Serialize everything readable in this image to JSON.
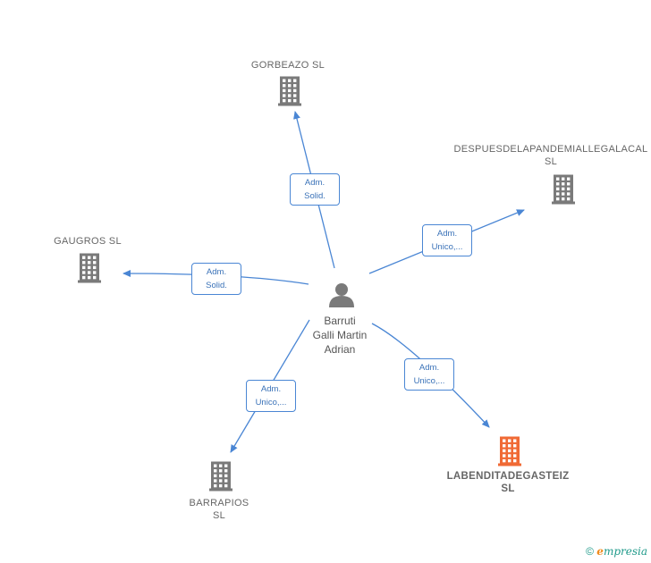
{
  "center": {
    "name_lines": [
      "Barruti",
      "Galli Martin",
      "Adrian"
    ],
    "icon": "person-icon"
  },
  "companies": [
    {
      "id": "gorbeazo",
      "lines": [
        "GORBEAZO  SL"
      ],
      "icon": "building-icon",
      "color": "#7a7a7a"
    },
    {
      "id": "despues",
      "lines": [
        "DESPUESDELAPANDEMIALLEGALACAL",
        "SL"
      ],
      "icon": "building-icon",
      "color": "#7a7a7a"
    },
    {
      "id": "gaugros",
      "lines": [
        "GAUGROS  SL"
      ],
      "icon": "building-icon",
      "color": "#7a7a7a"
    },
    {
      "id": "barrapios",
      "lines": [
        "BARRAPIOS",
        "SL"
      ],
      "icon": "building-icon",
      "color": "#7a7a7a"
    },
    {
      "id": "labendita",
      "lines": [
        "LABENDITADEGASTEIZ",
        "SL"
      ],
      "icon": "building-icon",
      "color": "#f06a35",
      "highlight": true
    }
  ],
  "edges": [
    {
      "to": "gorbeazo",
      "label_lines": [
        "Adm.",
        "Solid."
      ]
    },
    {
      "to": "despues",
      "label_lines": [
        "Adm.",
        "Unico,..."
      ]
    },
    {
      "to": "gaugros",
      "label_lines": [
        "Adm.",
        "Solid."
      ]
    },
    {
      "to": "barrapios",
      "label_lines": [
        "Adm.",
        "Unico,..."
      ]
    },
    {
      "to": "labendita",
      "label_lines": [
        "Adm.",
        "Unico,..."
      ]
    }
  ],
  "colors": {
    "edge": "#4a86d4",
    "building": "#7a7a7a",
    "highlight": "#f06a35",
    "person": "#7a7a7a"
  },
  "footer": {
    "copyright": "©",
    "brand_initial": "e",
    "brand_rest": "mpresia"
  }
}
